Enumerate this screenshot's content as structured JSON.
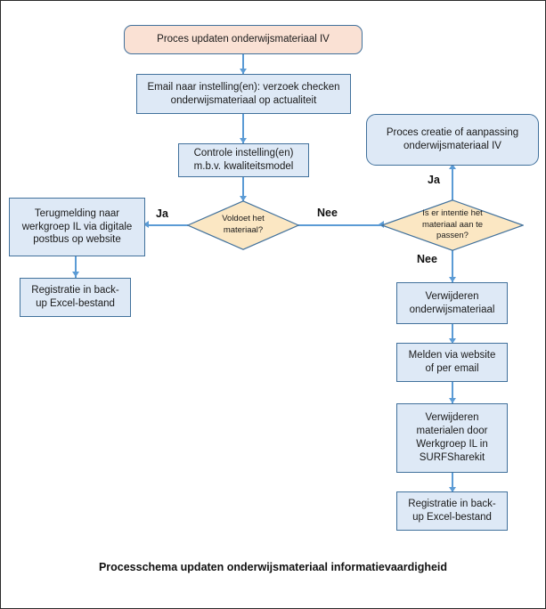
{
  "diagram": {
    "caption": "Processchema updaten onderwijsmateriaal informatievaardigheid",
    "colors": {
      "start_fill": "#fae1d4",
      "process_fill": "#dee9f6",
      "decision_fill": "#fbe7c3",
      "border": "#41719c",
      "connector": "#5b9bd5",
      "text": "#1a1a1a"
    },
    "nodes": {
      "start": {
        "label": "Proces updaten onderwijsmateriaal IV",
        "shape": "rounded-rect"
      },
      "email": {
        "label": "Email naar instelling(en): verzoek checken\nonderwijsmateriaal op actualiteit",
        "shape": "rect"
      },
      "controle": {
        "label": "Controle instelling(en)\nm.b.v. kwaliteitsmodel",
        "shape": "rect"
      },
      "decision_voldoet": {
        "label": "Voldoet het\nmateriaal?",
        "shape": "diamond"
      },
      "terugmelding": {
        "label": "Terugmelding naar\nwerkgroep IL via digitale\npostbus op website",
        "shape": "rect"
      },
      "registratie_left": {
        "label": "Registratie in back-\nup Excel-bestand",
        "shape": "rect"
      },
      "proces_creatie": {
        "label": "Proces creatie of aanpassing\nonderwijsmateriaal IV",
        "shape": "rounded-rect"
      },
      "decision_intentie": {
        "label": "Is er intentie het\nmateriaal aan te\npassen?",
        "shape": "diamond"
      },
      "verwijderen_materiaal": {
        "label": "Verwijderen\nonderwijsmateriaal",
        "shape": "rect"
      },
      "melden": {
        "label": "Melden via website\nof per email",
        "shape": "rect"
      },
      "verwijderen_surf": {
        "label": "Verwijderen\nmaterialen door\nWerkgroep IL in\nSURFSharekit",
        "shape": "rect"
      },
      "registratie_right": {
        "label": "Registratie in back-\nup Excel-bestand",
        "shape": "rect"
      }
    },
    "edge_labels": {
      "ja_left": "Ja",
      "nee_right": "Nee",
      "ja_up": "Ja",
      "nee_down": "Nee"
    }
  }
}
